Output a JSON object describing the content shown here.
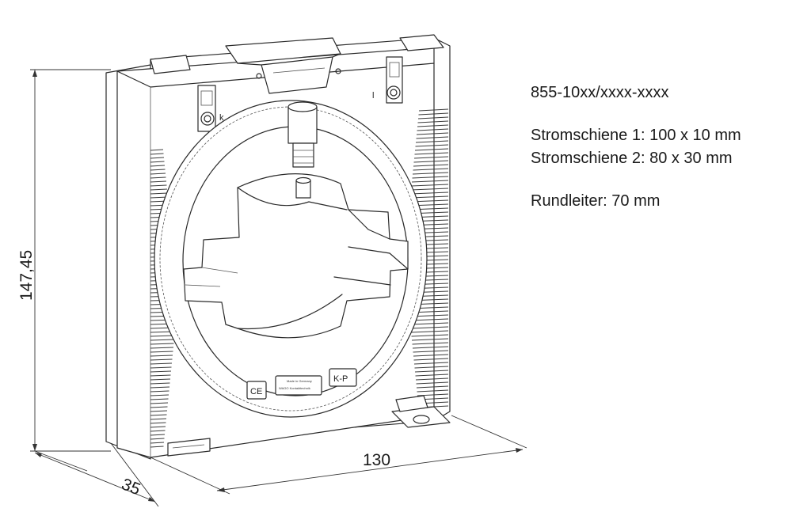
{
  "dimensions": {
    "height": "147,45",
    "width": "130",
    "depth": "35"
  },
  "specs": {
    "article_number": "855-10xx/xxxx-xxxx",
    "busbar_1": "Stromschiene 1: 100 x 10 mm",
    "busbar_2": "Stromschiene 2: 80 x 30 mm",
    "round_conductor": "Rundleiter: 70 mm"
  },
  "markings": {
    "ce": "CE",
    "made_in": "Made in Germany",
    "maker_line": "WAGO Kontakttechnik",
    "kp": "K-P",
    "terminal_k": "k",
    "terminal_l": "l"
  },
  "colors": {
    "line": "#2a2a2a",
    "background": "#ffffff"
  }
}
